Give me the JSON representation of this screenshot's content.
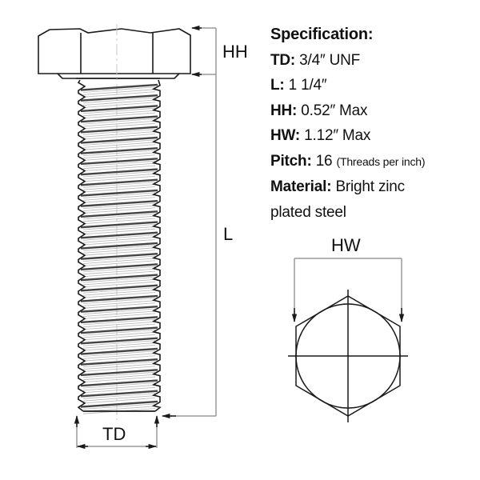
{
  "specification": {
    "title": "Specification:",
    "rows": [
      {
        "key": "TD:",
        "value": "3/4″ UNF",
        "note": ""
      },
      {
        "key": "L:",
        "value": "1 1/4″",
        "note": ""
      },
      {
        "key": "HH:",
        "value": "0.52″ Max",
        "note": ""
      },
      {
        "key": "HW:",
        "value": "1.12″ Max",
        "note": ""
      },
      {
        "key": "Pitch:",
        "value": "16",
        "note": "(Threads per inch)"
      },
      {
        "key": "Material:",
        "value": "Bright zinc",
        "note": ""
      }
    ],
    "continuation": "plated steel"
  },
  "dimensions": {
    "head_height_label": "HH",
    "length_label": "L",
    "thread_diameter_label": "TD",
    "head_width_label": "HW"
  },
  "colors": {
    "outline": "#1a1a1a",
    "dimension_line": "#9a9a9a",
    "thread_dark": "#444444",
    "thread_light": "#bdbdbd",
    "text": "#111111"
  }
}
